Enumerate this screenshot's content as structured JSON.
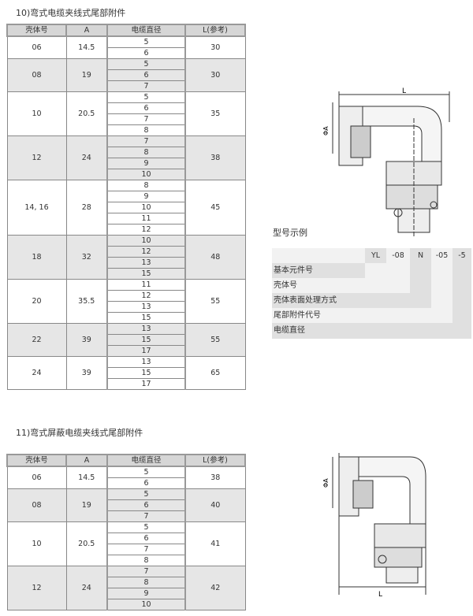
{
  "section10": {
    "title": "10)弯式电缆夹线式尾部附件",
    "headers": [
      "壳体号",
      "A",
      "电缆直径",
      "L(参考)"
    ],
    "rows": [
      {
        "shell": "06",
        "a": "14.5",
        "cable": [
          "5",
          "6"
        ],
        "l": "30"
      },
      {
        "shell": "08",
        "a": "19",
        "cable": [
          "5",
          "6",
          "7"
        ],
        "l": "30"
      },
      {
        "shell": "10",
        "a": "20.5",
        "cable": [
          "5",
          "6",
          "7",
          "8"
        ],
        "l": "35"
      },
      {
        "shell": "12",
        "a": "24",
        "cable": [
          "7",
          "8",
          "9",
          "10"
        ],
        "l": "38"
      },
      {
        "shell": "14, 16",
        "a": "28",
        "cable": [
          "8",
          "9",
          "10",
          "11",
          "12"
        ],
        "l": "45"
      },
      {
        "shell": "18",
        "a": "32",
        "cable": [
          "10",
          "12",
          "13",
          "15"
        ],
        "l": "48"
      },
      {
        "shell": "20",
        "a": "35.5",
        "cable": [
          "11",
          "12",
          "13",
          "15"
        ],
        "l": "55"
      },
      {
        "shell": "22",
        "a": "39",
        "cable": [
          "13",
          "15",
          "17"
        ],
        "l": "55"
      },
      {
        "shell": "24",
        "a": "39",
        "cable": [
          "13",
          "15",
          "17"
        ],
        "l": "65"
      }
    ]
  },
  "section11": {
    "title": "11)弯式屏蔽电缆夹线式尾部附件",
    "headers": [
      "壳体号",
      "A",
      "电缆直径",
      "L(参考)"
    ],
    "rows": [
      {
        "shell": "06",
        "a": "14.5",
        "cable": [
          "5",
          "6"
        ],
        "l": "38"
      },
      {
        "shell": "08",
        "a": "19",
        "cable": [
          "5",
          "6",
          "7"
        ],
        "l": "40"
      },
      {
        "shell": "10",
        "a": "20.5",
        "cable": [
          "5",
          "6",
          "7",
          "8"
        ],
        "l": "41"
      },
      {
        "shell": "12",
        "a": "24",
        "cable": [
          "7",
          "8",
          "9",
          "10"
        ],
        "l": "42"
      }
    ]
  },
  "model_example": {
    "title": "型号示例",
    "codes": [
      "YL",
      "-08",
      "N",
      "-05",
      "-5"
    ],
    "labels": [
      "基本元件号",
      "壳体号",
      "壳体表面处理方式",
      "尾部附件代号",
      "电缆直径"
    ]
  },
  "drawing_labels": {
    "dia": "ΦA",
    "length": "L"
  }
}
